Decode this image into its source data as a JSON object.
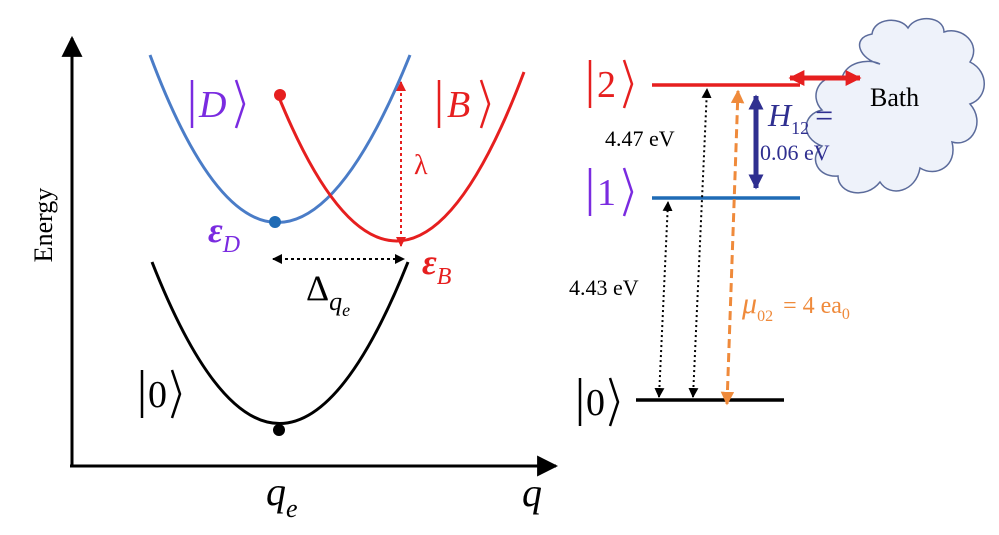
{
  "colors": {
    "black": "#000000",
    "blue_state": "#4a7cc7",
    "red_state": "#e61f1f",
    "purple_label": "#7a2be0",
    "level1_line": "#1f6bb5",
    "coupling": "#2f2f90",
    "dipole": "#ef8a3b",
    "cloud_fill": "#eef2fa",
    "cloud_stroke": "#5b6b9b",
    "blue_dot": "#1f6bb5"
  },
  "left_diagram": {
    "y_axis_label": "Energy",
    "x_axis_label": "q",
    "qe_main": "q",
    "qe_sub": "e",
    "state_D": "D",
    "state_B": "B",
    "state_0": "0",
    "eps_D_main": "ε",
    "eps_D_sub": "D",
    "eps_B_main": "ε",
    "eps_B_sub": "B",
    "lambda": "λ",
    "delta_main": "Δ",
    "delta_sub_main": "q",
    "delta_sub_sub": "e"
  },
  "right_diagram": {
    "level_2": "2",
    "level_1": "1",
    "level_0": "0",
    "energy_2": "4.47 eV",
    "energy_1": "4.43 eV",
    "coupling_main": "H",
    "coupling_sub": "12",
    "coupling_eq": "=",
    "coupling_value": "0.06 eV",
    "dipole_main": "μ",
    "dipole_sub": "02",
    "dipole_rest": "= 4 ea",
    "dipole_rest_sub": "0",
    "bath": "Bath"
  },
  "icons": {
    "bath_cloud": "cloud-icon"
  }
}
